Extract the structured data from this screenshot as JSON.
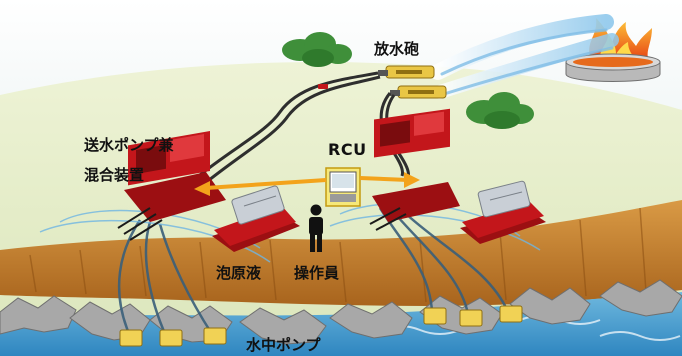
{
  "labels": {
    "nozzle": "放水砲",
    "rcu": "RCU",
    "pump_mixer_line1": "送水ポンプ兼",
    "pump_mixer_line2": "混合装置",
    "foam": "泡原液",
    "operator": "操作員",
    "submersible_pump": "水中ポンプ"
  },
  "colors": {
    "sky": "#dfe9ea",
    "ground": "#e4eccb",
    "sea": "#4c9fd0",
    "cliff": "#c8852e",
    "vehicle_red": "#c3161b",
    "tank_silver": "#c9cfd6",
    "foam_jet": "#9fd0ef",
    "fire": "#f0731b",
    "signal_arrow": "#f3a31b",
    "rcu_screen": "#f6e87a",
    "submersible_pump": "#f1d255",
    "hose": "#2e2e2e",
    "tree": "#3f8f3a"
  }
}
